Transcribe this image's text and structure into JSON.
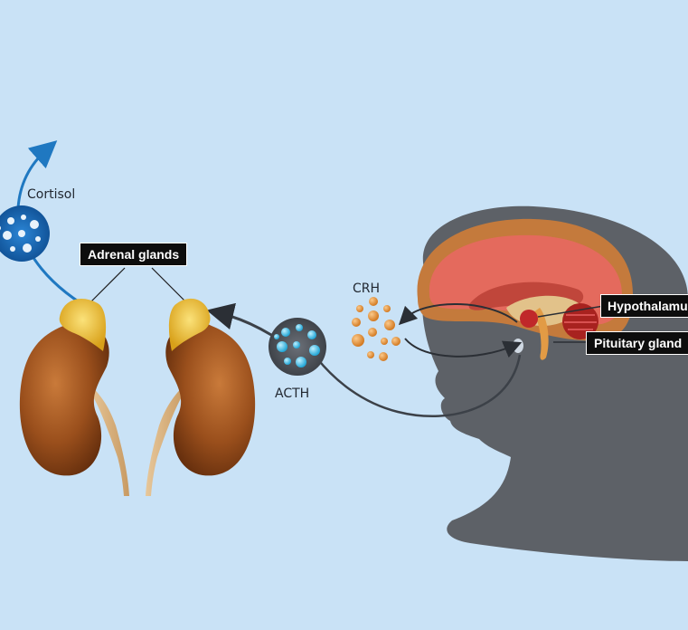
{
  "labels": {
    "cortisol": "Cortisol",
    "adrenal_glands": "Adrenal glands",
    "crh": "CRH",
    "acth": "ACTH",
    "hypothalamus": "Hypothalamu",
    "pituitary_gland": "Pituitary gland"
  },
  "colors": {
    "background": "#c9e2f6",
    "head_silhouette": "#5d6167",
    "kidney": "#9a4f1c",
    "adrenal": "#f2c12e",
    "cortisol_molecule": "#1b73c4",
    "acth_molecule": "#2aa9d8",
    "crh_dots": "#e8963a",
    "brain_cortex": "#e46a5d",
    "hypothalamus": "#c0282a",
    "arrow_blue": "#1f78c1",
    "arrow_dark": "#3c4148"
  }
}
